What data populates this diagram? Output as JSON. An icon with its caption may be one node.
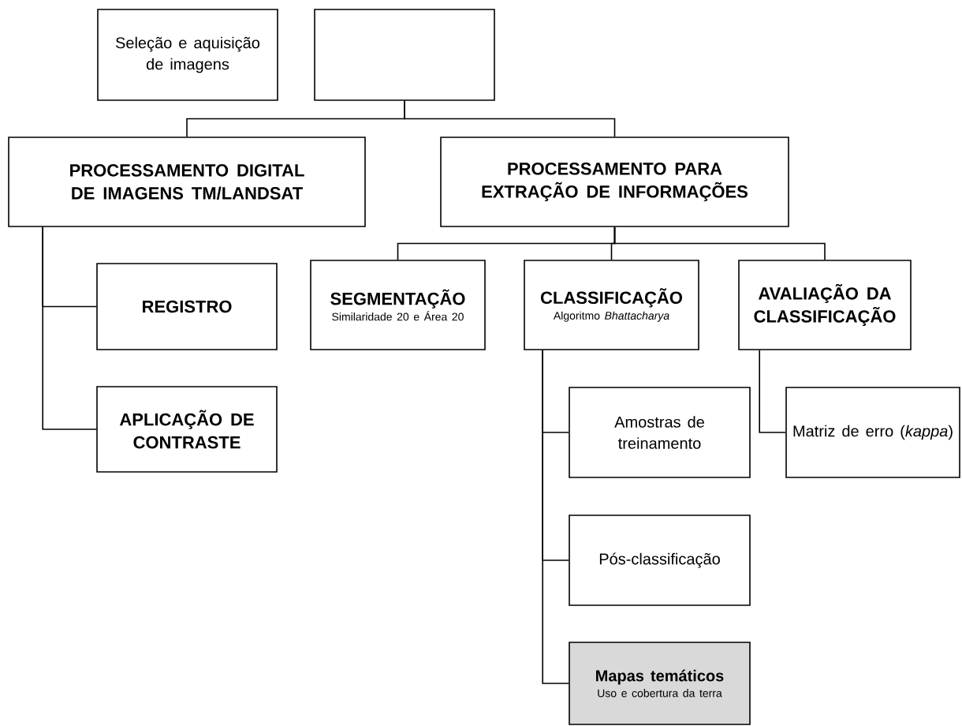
{
  "diagram": {
    "nodes": [
      {
        "text": [
          "Seleção e aquisição de imagens"
        ]
      },
      {
        "text": [],
        "shape": "box"
      },
      {
        "text": [
          "PROCESSAMENTO DIGITAL DE IMAGENS TM/LANDSAT"
        ]
      },
      {
        "text": [
          "PROCESSAMENTO PARA EXTRAÇÃO DE INFORMAÇÕES"
        ]
      },
      {
        "text": [
          "REGISTRO"
        ]
      },
      {
        "text": [
          "APLICAÇÃO DE CONTRASTE"
        ]
      },
      {
        "text": [
          "SEGMENTAÇÃO",
          "Similaridade 20 e Área 20"
        ]
      },
      {
        "text": [
          "CLASSIFICAÇÃO",
          "Algoritmo *Bhattacharya*"
        ]
      },
      {
        "text": [
          "AVALIAÇÃO DA CLASSIFICAÇÃO"
        ]
      },
      {
        "text": [
          "Amostras de treinamento"
        ]
      },
      {
        "text": [
          "Matriz de erro (*kappa*)"
        ]
      },
      {
        "text": [
          "Pós-classificação"
        ]
      },
      {
        "text": [
          "Mapas temáticos",
          "Uso e cobertura da terra"
        ]
      }
    ],
    "edges": [
      {
        "from": 1,
        "to": 2,
        "arrow": "none"
      },
      {
        "from": 1,
        "to": 3,
        "arrow": "none"
      },
      {
        "from": 2,
        "to": 4,
        "arrow": "none"
      },
      {
        "from": 2,
        "to": 5,
        "arrow": "none"
      },
      {
        "from": 3,
        "to": 6,
        "arrow": "none"
      },
      {
        "from": 3,
        "to": 7,
        "arrow": "none"
      },
      {
        "from": 3,
        "to": 8,
        "arrow": "none"
      },
      {
        "from": 7,
        "to": 9,
        "arrow": "none"
      },
      {
        "from": 7,
        "to": 11,
        "arrow": "none"
      },
      {
        "from": 7,
        "to": 12,
        "arrow": "none"
      },
      {
        "from": 8,
        "to": 10,
        "arrow": "none"
      }
    ]
  }
}
